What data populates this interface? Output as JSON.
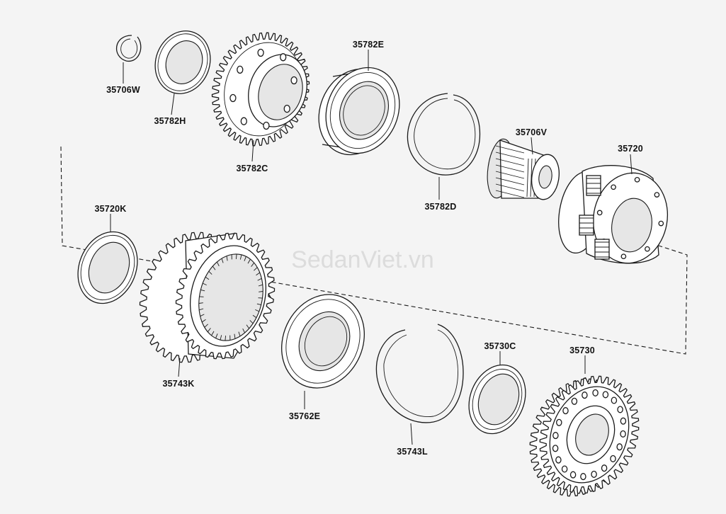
{
  "watermark": "SedanViet.vn",
  "parts": [
    {
      "id": "p1",
      "number": "35706W"
    },
    {
      "id": "p2",
      "number": "35782H"
    },
    {
      "id": "p3",
      "number": "35782C"
    },
    {
      "id": "p4",
      "number": "35782E"
    },
    {
      "id": "p5",
      "number": "35782D"
    },
    {
      "id": "p6",
      "number": "35706V"
    },
    {
      "id": "p7",
      "number": "35720"
    },
    {
      "id": "p8",
      "number": "35720K"
    },
    {
      "id": "p9",
      "number": "35743K"
    },
    {
      "id": "p10",
      "number": "35762E"
    },
    {
      "id": "p11",
      "number": "35743L"
    },
    {
      "id": "p12",
      "number": "35730C"
    },
    {
      "id": "p13",
      "number": "35730"
    }
  ]
}
